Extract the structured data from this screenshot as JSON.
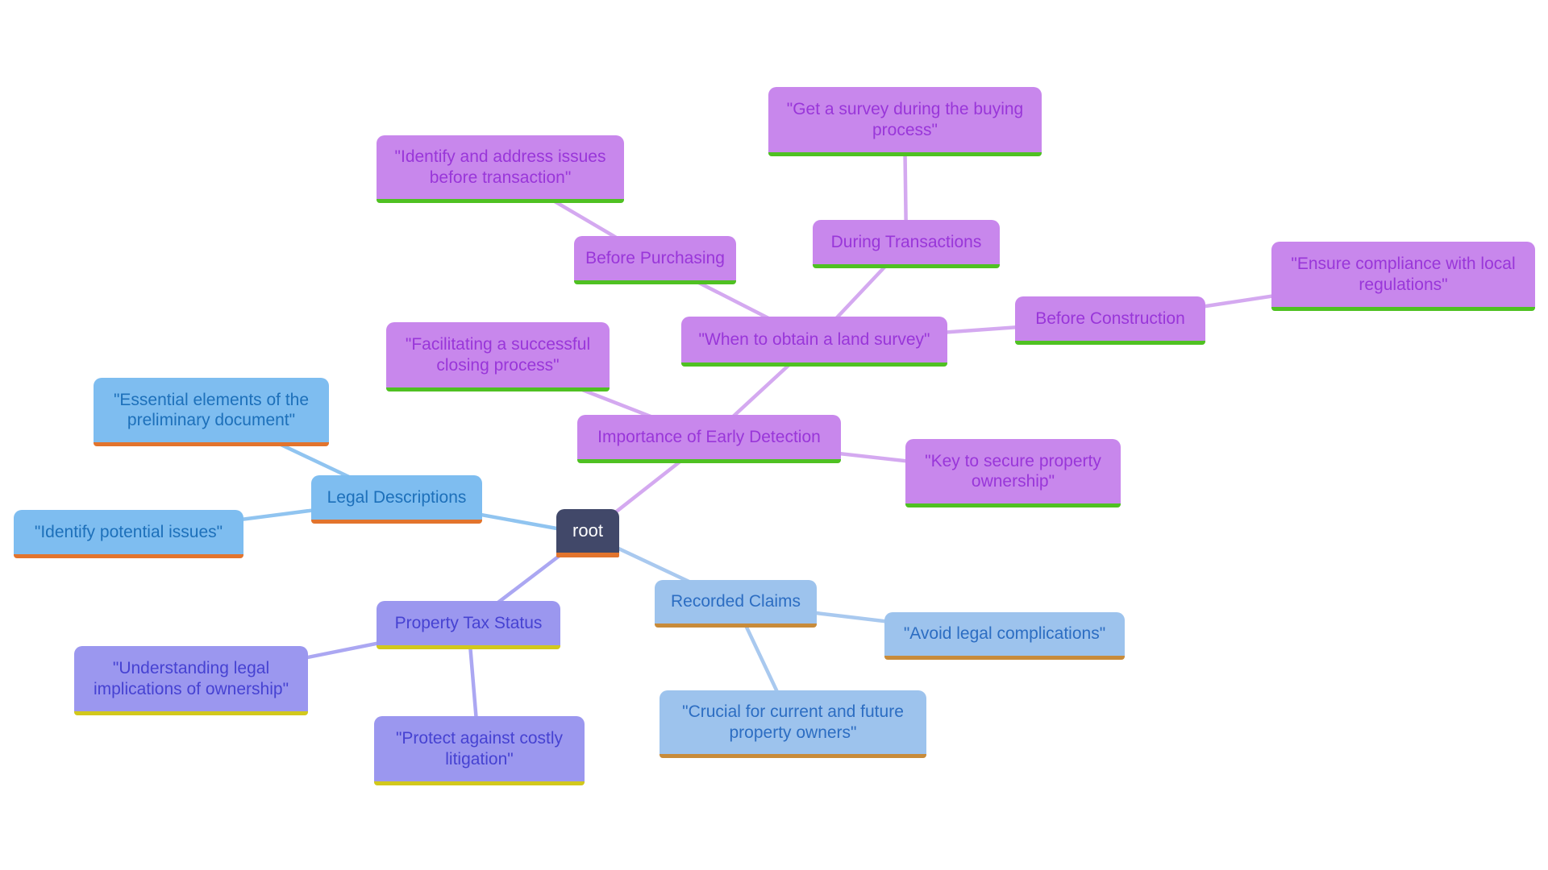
{
  "page": {
    "background": "#ffffff"
  },
  "mindmap": {
    "root": {
      "label": "root",
      "colors": {
        "fill": "#414869",
        "text": "#ffffff",
        "underline": "#e2742d"
      }
    },
    "branches": [
      {
        "label": "Importance of Early Detection",
        "colors": {
          "fill": "#c887ec",
          "text": "#9936d9",
          "underline": "#4fc122",
          "link": "#d4a9f0"
        },
        "children": [
          {
            "label": "\"When to obtain a land survey\"",
            "children": [
              {
                "label": "Before Purchasing",
                "children": [
                  {
                    "label": "\"Identify and address issues\nbefore transaction\""
                  }
                ]
              },
              {
                "label": "During Transactions",
                "children": [
                  {
                    "label": "\"Get a survey during the buying\nprocess\""
                  }
                ]
              },
              {
                "label": "Before Construction",
                "children": [
                  {
                    "label": "\"Ensure compliance with local\nregulations\""
                  }
                ]
              }
            ]
          },
          {
            "label": "\"Facilitating a successful\nclosing process\""
          },
          {
            "label": "\"Key to secure property\nownership\""
          }
        ]
      },
      {
        "label": "Legal Descriptions",
        "colors": {
          "fill": "#7ebdf0",
          "text": "#1d70ba",
          "underline": "#e2742d",
          "link": "#90c4f0"
        },
        "children": [
          {
            "label": "\"Essential elements of the\npreliminary document\""
          },
          {
            "label": "\"Identify potential issues\""
          }
        ]
      },
      {
        "label": "Property Tax Status",
        "colors": {
          "fill": "#9b97ef",
          "text": "#4642d2",
          "underline": "#d2c81c",
          "link": "#aba7f2"
        },
        "children": [
          {
            "label": "\"Understanding legal\nimplications of ownership\""
          },
          {
            "label": "\"Protect against costly\nlitigation\""
          }
        ]
      },
      {
        "label": "Recorded Claims",
        "colors": {
          "fill": "#9dc3ed",
          "text": "#2c6dc2",
          "underline": "#c88b3a",
          "link": "#a9c9ef"
        },
        "children": [
          {
            "label": "\"Avoid legal complications\""
          },
          {
            "label": "\"Crucial for current and future\nproperty owners\""
          }
        ]
      }
    ]
  }
}
